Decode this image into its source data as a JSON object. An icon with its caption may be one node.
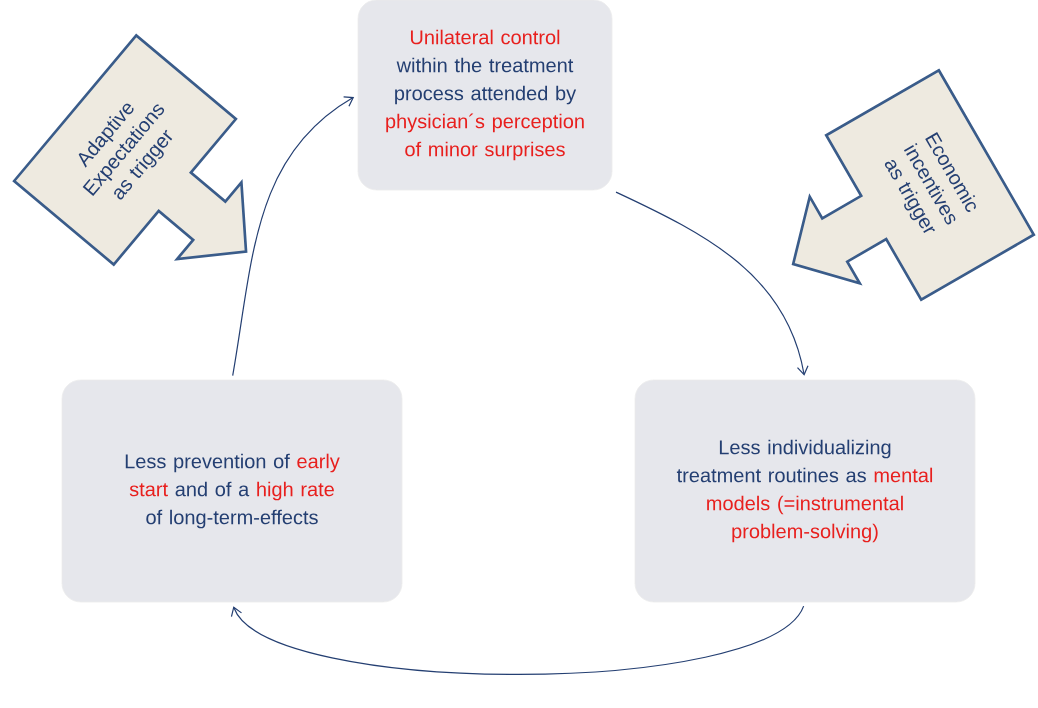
{
  "diagram": {
    "nodes": [
      {
        "text": [
          "Unilateral control",
          "within the treatment process attended by",
          "physician´s perception of minor surprises"
        ]
      },
      {
        "text": [
          "Adaptive Expectations as trigger"
        ]
      },
      {
        "text": [
          "Economic incentives as trigger"
        ]
      },
      {
        "text": [
          "Less prevention of",
          "early start",
          "and of a",
          "high rate",
          "of long-term-effects"
        ]
      },
      {
        "text": [
          "Less individualizing treatment routines as",
          "mental models (=instrumental problem-solving)"
        ]
      }
    ],
    "edges": [
      {
        "from": 0,
        "to": 4,
        "arrow": "to"
      },
      {
        "from": 4,
        "to": 3,
        "arrow": "to"
      },
      {
        "from": 3,
        "to": 0,
        "arrow": "to"
      }
    ]
  }
}
